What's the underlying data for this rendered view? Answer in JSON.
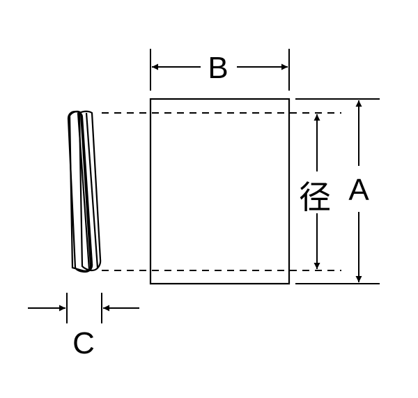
{
  "labels": {
    "b": "B",
    "a": "A",
    "c": "C",
    "diameter": "径"
  },
  "colors": {
    "stroke": "#000000",
    "background": "#ffffff"
  }
}
